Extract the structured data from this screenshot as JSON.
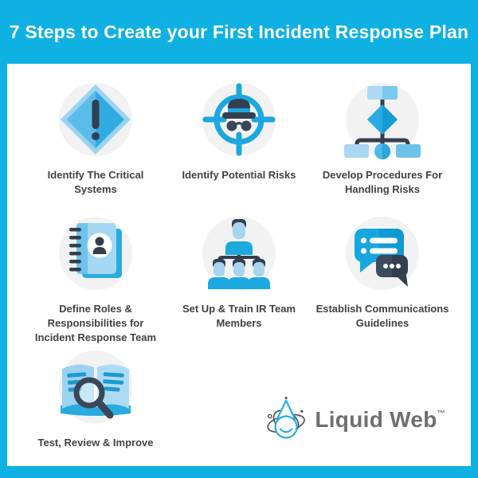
{
  "header": {
    "title": "7 Steps to Create your First Incident Response Plan"
  },
  "steps": [
    {
      "label": "Identify The Critical Systems",
      "icon": "alert-diamond-icon"
    },
    {
      "label": "Identify Potential Risks",
      "icon": "crosshair-spy-icon"
    },
    {
      "label": "Develop Procedures For Handling Risks",
      "icon": "flowchart-icon"
    },
    {
      "label": "Define Roles & Responsibilities for Incident Response Team",
      "icon": "contact-book-icon"
    },
    {
      "label": "Set Up & Train IR Team Members",
      "icon": "team-org-chart-icon"
    },
    {
      "label": "Establish Communications Guidelines",
      "icon": "chat-bubbles-icon"
    },
    {
      "label": "Test, Review & Improve",
      "icon": "book-magnifier-icon"
    }
  ],
  "logo": {
    "brand": "Liquid Web",
    "trademark": "™",
    "mark": "liquid-web-drop-atom-icon"
  },
  "colors": {
    "background_cyan": "#0FB0E2",
    "card_white": "#FFFFFF",
    "title_text": "#FFFFFF",
    "label_text": "#414141",
    "icon_cyan": "#1BA7E0",
    "icon_light_blue": "#A5D6F2",
    "icon_mid_blue": "#6FC3EB",
    "icon_dark_navy": "#333F4F",
    "icon_circle_gray": "#F2F2F3",
    "logo_text_gray": "#6E6F72",
    "logo_drop_cyan": "#29ABE2"
  }
}
